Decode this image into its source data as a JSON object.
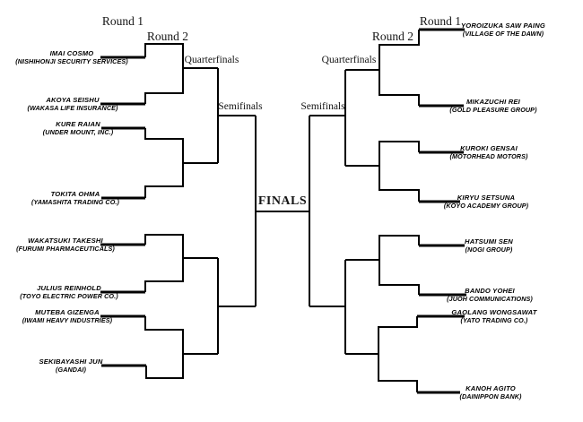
{
  "bracket_title": "16-fighter double-sided tournament bracket",
  "labels": {
    "round1_left": "Round 1",
    "round2_left": "Round 2",
    "quarterfinals_left": "Quarterfinals",
    "semifinals_left": "Semifinals",
    "finals": "FINALS",
    "semifinals_right": "Semifinals",
    "quarterfinals_right": "Quarterfinals",
    "round2_right": "Round 2",
    "round1_right": "Round 1"
  },
  "left_fighters": [
    {
      "name": "IMAI COSMO",
      "affiliation": "(NISHIHONJI SECURITY SERVICES)"
    },
    {
      "name": "AKOYA SEISHU",
      "affiliation": "(WAKASA LIFE INSURANCE)"
    },
    {
      "name": "KURE RAIAN",
      "affiliation": "(UNDER MOUNT, INC.)"
    },
    {
      "name": "TOKITA OHMA",
      "affiliation": "(YAMASHITA TRADING CO.)"
    },
    {
      "name": "WAKATSUKI TAKESHI",
      "affiliation": "(FURUMI PHARMACEUTICALS)"
    },
    {
      "name": "JULIUS REINHOLD",
      "affiliation": "(TOYO ELECTRIC POWER CO.)"
    },
    {
      "name": "MUTEBA GIZENGA",
      "affiliation": "(IWAMI HEAVY INDUSTRIES)"
    },
    {
      "name": "SEKIBAYASHI JUN",
      "affiliation": "(GANDAI)"
    }
  ],
  "right_fighters": [
    {
      "name": "YOROIZUKA SAW PAING",
      "affiliation": "(VILLAGE OF THE DAWN)"
    },
    {
      "name": "MIKAZUCHI REI",
      "affiliation": "(GOLD PLEASURE GROUP)"
    },
    {
      "name": "KUROKI GENSAI",
      "affiliation": "(MOTORHEAD MOTORS)"
    },
    {
      "name": "KIRYU SETSUNA",
      "affiliation": "(KOYO ACADEMY GROUP)"
    },
    {
      "name": "HATSUMI SEN",
      "affiliation": "(NOGI GROUP)"
    },
    {
      "name": "BANDO YOHEI",
      "affiliation": "(JUOH COMMUNICATIONS)"
    },
    {
      "name": "GAOLANG WONGSAWAT",
      "affiliation": "(YATO TRADING CO.)"
    },
    {
      "name": "KANOH AGITO",
      "affiliation": "(DAINIPPON BANK)"
    }
  ],
  "colors": {
    "background": "#ffffff",
    "line": "#000000",
    "text": "#000000",
    "label_text": "#151515"
  }
}
